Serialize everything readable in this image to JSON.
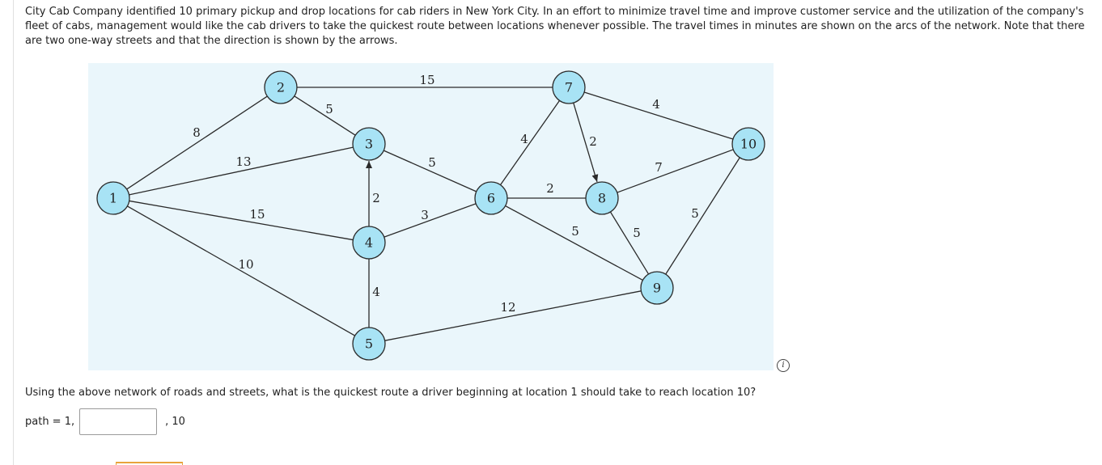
{
  "intro_text": "City Cab Company identified 10 primary pickup and drop locations for cab riders in New York City. In an effort to minimize travel time and improve customer service and the utilization of the company's fleet of cabs, management would like the cab drivers to take the quickest route between locations whenever possible. The travel times in minutes are shown on the arcs of the network. Note that there are two one-way streets and that the direction is shown by the arrows.",
  "network": {
    "nodes": [
      {
        "id": "1",
        "label": "1"
      },
      {
        "id": "2",
        "label": "2"
      },
      {
        "id": "3",
        "label": "3"
      },
      {
        "id": "4",
        "label": "4"
      },
      {
        "id": "5",
        "label": "5"
      },
      {
        "id": "6",
        "label": "6"
      },
      {
        "id": "7",
        "label": "7"
      },
      {
        "id": "8",
        "label": "8"
      },
      {
        "id": "9",
        "label": "9"
      },
      {
        "id": "10",
        "label": "10"
      }
    ],
    "edges": [
      {
        "from": "1",
        "to": "2",
        "weight": "8",
        "directed": false
      },
      {
        "from": "1",
        "to": "3",
        "weight": "13",
        "directed": false
      },
      {
        "from": "1",
        "to": "4",
        "weight": "15",
        "directed": false
      },
      {
        "from": "1",
        "to": "5",
        "weight": "10",
        "directed": false
      },
      {
        "from": "2",
        "to": "3",
        "weight": "5",
        "directed": false
      },
      {
        "from": "2",
        "to": "7",
        "weight": "15",
        "directed": false
      },
      {
        "from": "3",
        "to": "6",
        "weight": "5",
        "directed": false
      },
      {
        "from": "4",
        "to": "3",
        "weight": "2",
        "directed": true
      },
      {
        "from": "4",
        "to": "5",
        "weight": "4",
        "directed": false
      },
      {
        "from": "4",
        "to": "6",
        "weight": "3",
        "directed": false
      },
      {
        "from": "5",
        "to": "9",
        "weight": "12",
        "directed": false
      },
      {
        "from": "6",
        "to": "7",
        "weight": "4",
        "directed": false
      },
      {
        "from": "6",
        "to": "8",
        "weight": "2",
        "directed": false
      },
      {
        "from": "6",
        "to": "9",
        "weight": "5",
        "directed": false
      },
      {
        "from": "7",
        "to": "8",
        "weight": "2",
        "directed": true
      },
      {
        "from": "7",
        "to": "10",
        "weight": "4",
        "directed": false
      },
      {
        "from": "8",
        "to": "9",
        "weight": "5",
        "directed": false
      },
      {
        "from": "8",
        "to": "10",
        "weight": "7",
        "directed": false
      },
      {
        "from": "9",
        "to": "10",
        "weight": "5",
        "directed": false
      }
    ],
    "colors": {
      "node_fill": "#a8e3f5",
      "panel_background": "#eaf6fb"
    }
  },
  "info_icon": "info-icon",
  "question_text": "Using the above network of roads and streets, what is the quickest route a driver beginning at location 1 should take to reach location 10?",
  "answer": {
    "prefix": "path = 1,",
    "input_value": "",
    "suffix": ", 10"
  }
}
